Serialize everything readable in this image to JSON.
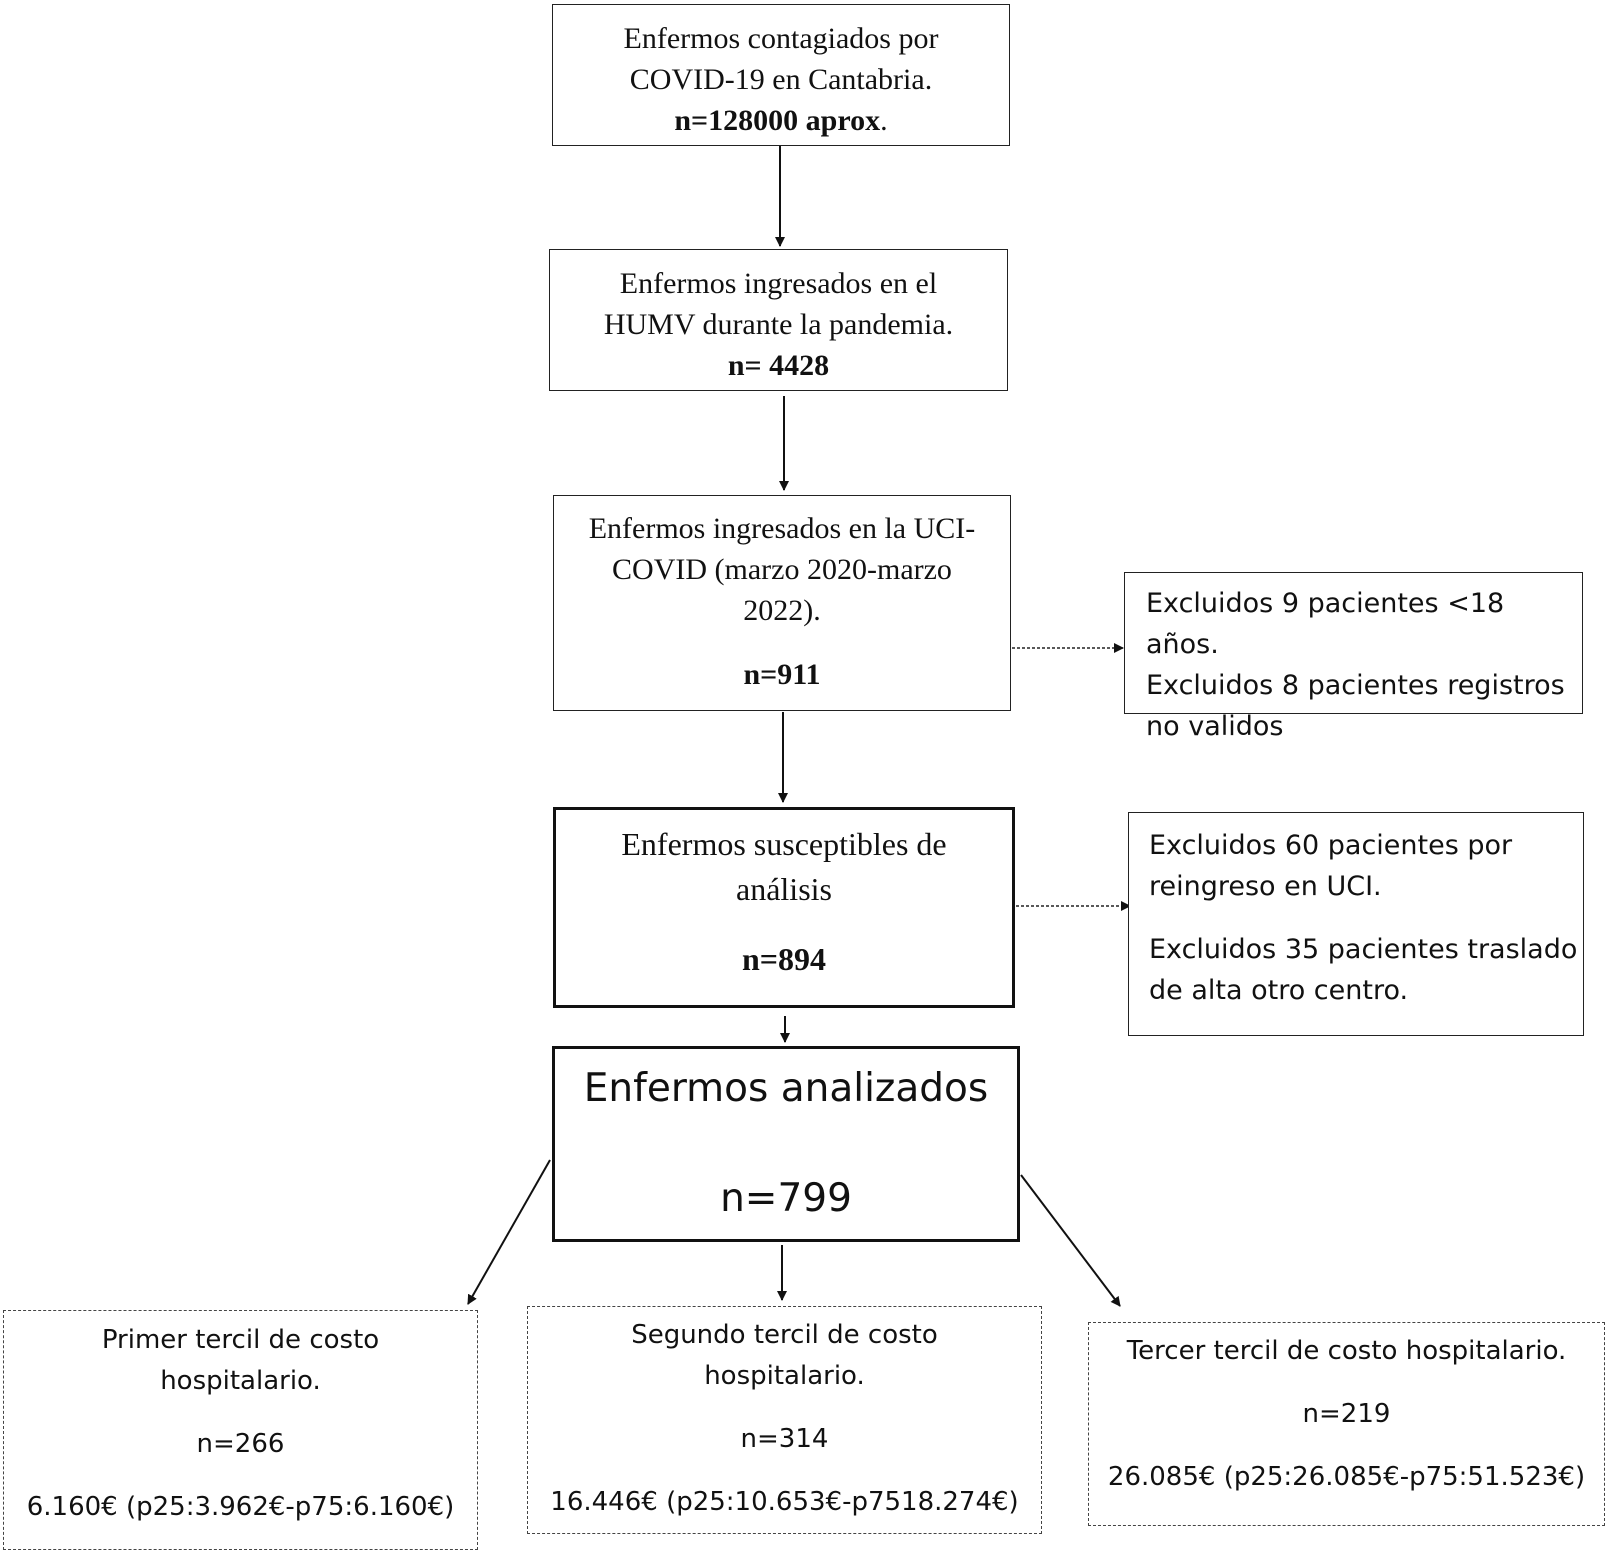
{
  "box1": {
    "line1": "Enfermos contagiados por",
    "line2": "COVID-19 en Cantabria.",
    "count": "n=128000 aprox",
    "count_suffix": "."
  },
  "box2": {
    "line1": "Enfermos ingresados en el",
    "line2": "HUMV durante la pandemia.",
    "count": "n= 4428"
  },
  "box3": {
    "line1": "Enfermos ingresados en la UCI-",
    "line2": "COVID (marzo 2020-marzo",
    "line3": "2022).",
    "count": "n=911"
  },
  "excl1": {
    "line1": "Excluidos 9 pacientes <18 años.",
    "line2": "Excluidos 8 pacientes registros",
    "line3": "no validos"
  },
  "box4": {
    "line1": "Enfermos susceptibles de",
    "line2": "análisis",
    "count": "n=894"
  },
  "excl2": {
    "line1": "Excluidos 60 pacientes por",
    "line2": "reingreso en UCI.",
    "line3": "Excluidos 35 pacientes traslado",
    "line4": "de alta otro centro."
  },
  "box5": {
    "title": "Enfermos analizados",
    "count": "n=799"
  },
  "tercil1": {
    "line1": "Primer tercil de costo",
    "line2": "hospitalario.",
    "count": "n=266",
    "cost": "6.160€ (p25:3.962€-p75:6.160€)"
  },
  "tercil2": {
    "line1": "Segundo tercil de costo",
    "line2": "hospitalario.",
    "count": "n=314",
    "cost": "16.446€ (p25:10.653€-p7518.274€)"
  },
  "tercil3": {
    "line1": "Tercer tercil de costo hospitalario.",
    "count": "n=219",
    "cost": "26.085€ (p25:26.085€-p75:51.523€)"
  }
}
